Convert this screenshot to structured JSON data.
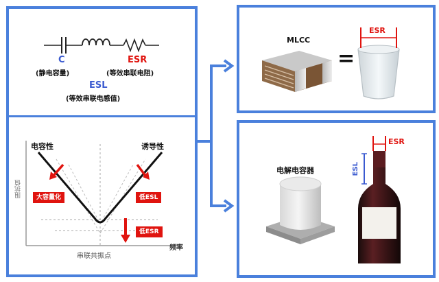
{
  "circuit": {
    "c_label": "C",
    "c_desc": "(静电容量)",
    "esr_label": "ESR",
    "esr_desc": "(等效串联电阻)",
    "esl_label": "ESL",
    "esl_desc": "(等效串联电感值)"
  },
  "graph": {
    "capacitive": "电容性",
    "inductive": "诱导性",
    "y_axis": "阻抗值",
    "x_axis": "频率",
    "resonance": "串联共振点",
    "tag_large_capacity": "大容量化",
    "tag_low_esl": "低ESL",
    "tag_low_esr": "低ESR"
  },
  "mlcc_panel": {
    "label": "MLCC",
    "equals": "=",
    "esr_label": "ESR"
  },
  "electrolytic_panel": {
    "label": "电解电容器",
    "esl_label": "ESL",
    "esr_label": "ESR"
  },
  "colors": {
    "frame_blue": "#4a80dc",
    "accent_red": "#e0140f",
    "label_blue": "#3a5ad0"
  }
}
